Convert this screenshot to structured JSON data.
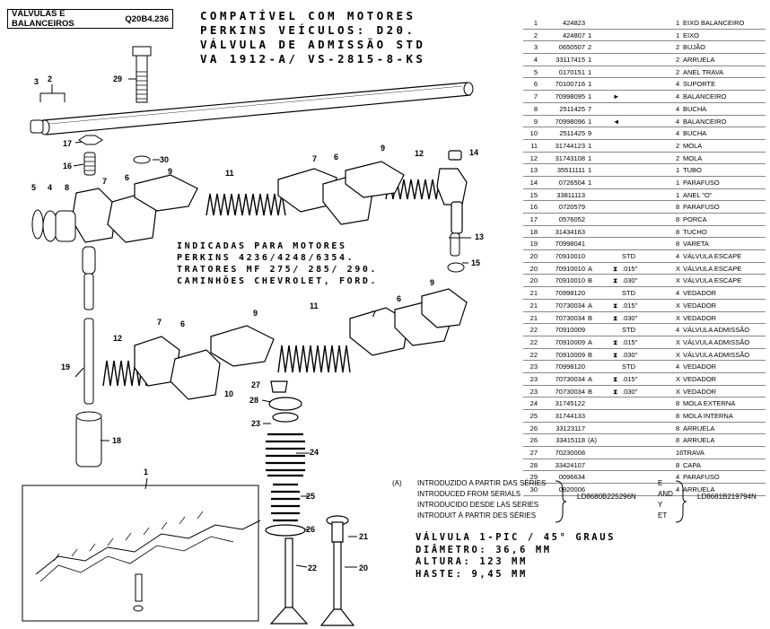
{
  "header": {
    "title": "VÁLVULAS E BALANCEIROS",
    "code": "Q20B4.236"
  },
  "compat_title": [
    "COMPATÍVEL COM MOTORES",
    "PERKINS VEÍCULOS: D20.",
    "VÁLVULA DE ADMISSÃO STD",
    "VA 1912-A/ VS-2815-8-KS"
  ],
  "applications": [
    "INDICADAS PARA MOTORES",
    "PERKINS 4236/4248/6354.",
    "TRATORES MF 275/ 285/ 290.",
    "CAMINHÕES CHEVROLET, FORD."
  ],
  "valve_specs": [
    "VÁLVULA 1-PIC / 45° GRAUS",
    "DIÂMETRO: 36,6 MM",
    "ALTURA: 123 MM",
    "HASTE: 9,45 MM"
  ],
  "diagram_labels": [
    "1",
    "2",
    "3",
    "4",
    "5",
    "6",
    "7",
    "8",
    "9",
    "10",
    "11",
    "12",
    "13",
    "14",
    "15",
    "16",
    "17",
    "18",
    "19",
    "20",
    "21",
    "22",
    "23",
    "24",
    "25",
    "26",
    "27",
    "28",
    "29",
    "30"
  ],
  "parts": [
    {
      "no": "1",
      "pn": "424823",
      "var": "",
      "cnt": "",
      "mark": "",
      "size": "",
      "qty": "1",
      "desc": "EIXO BALANCEIRO"
    },
    {
      "no": "2",
      "pn": "424807",
      "var": "",
      "cnt": "1",
      "mark": "",
      "size": "",
      "qty": "1",
      "desc": "EIXO"
    },
    {
      "no": "3",
      "pn": "0650507",
      "var": "",
      "cnt": "2",
      "mark": "",
      "size": "",
      "qty": "2",
      "desc": "BUJÃO"
    },
    {
      "no": "4",
      "pn": "33117415",
      "var": "",
      "cnt": "1",
      "mark": "",
      "size": "",
      "qty": "2",
      "desc": "ARRUELA"
    },
    {
      "no": "5",
      "pn": "0170151",
      "var": "",
      "cnt": "1",
      "mark": "",
      "size": "",
      "qty": "2",
      "desc": "ANEL TRAVA"
    },
    {
      "no": "6",
      "pn": "70100716",
      "var": "",
      "cnt": "1",
      "mark": "",
      "size": "",
      "qty": "4",
      "desc": "SUPORTE"
    },
    {
      "no": "7",
      "pn": "70998095",
      "var": "",
      "cnt": "1",
      "mark": "►",
      "size": "",
      "qty": "4",
      "desc": "BALANCEIRO"
    },
    {
      "no": "8",
      "pn": "2511425",
      "var": "",
      "cnt": "7",
      "mark": "",
      "size": "",
      "qty": "4",
      "desc": "BUCHA"
    },
    {
      "no": "9",
      "pn": "70998096",
      "var": "",
      "cnt": "1",
      "mark": "◄",
      "size": "",
      "qty": "4",
      "desc": "BALANCEIRO"
    },
    {
      "no": "10",
      "pn": "2511425",
      "var": "",
      "cnt": "9",
      "mark": "",
      "size": "",
      "qty": "4",
      "desc": "BUCHA"
    },
    {
      "no": "11",
      "pn": "31744123",
      "var": "",
      "cnt": "1",
      "mark": "",
      "size": "",
      "qty": "2",
      "desc": "MOLA"
    },
    {
      "no": "12",
      "pn": "31743108",
      "var": "",
      "cnt": "1",
      "mark": "",
      "size": "",
      "qty": "2",
      "desc": "MOLA"
    },
    {
      "no": "13",
      "pn": "35511111",
      "var": "",
      "cnt": "1",
      "mark": "",
      "size": "",
      "qty": "1",
      "desc": "TUBO"
    },
    {
      "no": "14",
      "pn": "0726504",
      "var": "",
      "cnt": "1",
      "mark": "",
      "size": "",
      "qty": "1",
      "desc": "PARAFUSO"
    },
    {
      "no": "15",
      "pn": "33811113",
      "var": "",
      "cnt": "",
      "mark": "",
      "size": "",
      "qty": "1",
      "desc": "ANEL \"O\""
    },
    {
      "no": "16",
      "pn": "0720579",
      "var": "",
      "cnt": "",
      "mark": "",
      "size": "",
      "qty": "8",
      "desc": "PARAFUSO"
    },
    {
      "no": "17",
      "pn": "0576052",
      "var": "",
      "cnt": "",
      "mark": "",
      "size": "",
      "qty": "8",
      "desc": "PORCA"
    },
    {
      "no": "18",
      "pn": "31434163",
      "var": "",
      "cnt": "",
      "mark": "",
      "size": "",
      "qty": "8",
      "desc": "TUCHO"
    },
    {
      "no": "19",
      "pn": "70998041",
      "var": "",
      "cnt": "",
      "mark": "",
      "size": "",
      "qty": "8",
      "desc": "VARETA"
    },
    {
      "no": "20",
      "pn": "70910010",
      "var": "",
      "cnt": "",
      "mark": "",
      "size": "STD",
      "qty": "4",
      "desc": "VÁLVULA ESCAPE"
    },
    {
      "no": "20",
      "pn": "70910010",
      "var": "A",
      "cnt": "",
      "mark": "⧗",
      "size": ".015\"",
      "qty": "X",
      "desc": "VÁLVULA ESCAPE"
    },
    {
      "no": "20",
      "pn": "70910010",
      "var": "B",
      "cnt": "",
      "mark": "⧗",
      "size": ".030\"",
      "qty": "X",
      "desc": "VÁLVULA ESCAPE"
    },
    {
      "no": "21",
      "pn": "70998120",
      "var": "",
      "cnt": "",
      "mark": "",
      "size": "STD",
      "qty": "4",
      "desc": "VEDADOR"
    },
    {
      "no": "21",
      "pn": "70730034",
      "var": "A",
      "cnt": "",
      "mark": "⧗",
      "size": ".015\"",
      "qty": "X",
      "desc": "VEDADOR"
    },
    {
      "no": "21",
      "pn": "70730034",
      "var": "B",
      "cnt": "",
      "mark": "⧗",
      "size": ".030\"",
      "qty": "X",
      "desc": "VEDADOR"
    },
    {
      "no": "22",
      "pn": "70910009",
      "var": "",
      "cnt": "",
      "mark": "",
      "size": "STD",
      "qty": "4",
      "desc": "VÁLVULA ADMISSÃO"
    },
    {
      "no": "22",
      "pn": "70910009",
      "var": "A",
      "cnt": "",
      "mark": "⧗",
      "size": ".015\"",
      "qty": "X",
      "desc": "VÁLVULA ADMISSÃO"
    },
    {
      "no": "22",
      "pn": "70910009",
      "var": "B",
      "cnt": "",
      "mark": "⧗",
      "size": ".030\"",
      "qty": "X",
      "desc": "VÁLVULA ADMISSÃO"
    },
    {
      "no": "23",
      "pn": "70998120",
      "var": "",
      "cnt": "",
      "mark": "",
      "size": "STD",
      "qty": "4",
      "desc": "VEDADOR"
    },
    {
      "no": "23",
      "pn": "70730034",
      "var": "A",
      "cnt": "",
      "mark": "⧗",
      "size": ".015\"",
      "qty": "X",
      "desc": "VEDADOR"
    },
    {
      "no": "23",
      "pn": "70730034",
      "var": "B",
      "cnt": "",
      "mark": "⧗",
      "size": ".030\"",
      "qty": "X",
      "desc": "VEDADOR"
    },
    {
      "no": "24",
      "pn": "31745122",
      "var": "",
      "cnt": "",
      "mark": "",
      "size": "",
      "qty": "8",
      "desc": "MOLA EXTERNA"
    },
    {
      "no": "25",
      "pn": "31744133",
      "var": "",
      "cnt": "",
      "mark": "",
      "size": "",
      "qty": "8",
      "desc": "MOLA INTERNA"
    },
    {
      "no": "26",
      "pn": "33123117",
      "var": "",
      "cnt": "",
      "mark": "",
      "size": "",
      "qty": "8",
      "desc": "ARRUELA"
    },
    {
      "no": "26",
      "pn": "33415118",
      "var": "",
      "cnt": "(A)",
      "mark": "",
      "size": "",
      "qty": "8",
      "desc": "ARRUELA"
    },
    {
      "no": "27",
      "pn": "70230008",
      "var": "",
      "cnt": "",
      "mark": "",
      "size": "",
      "qty": "16",
      "desc": "TRAVA"
    },
    {
      "no": "28",
      "pn": "33424107",
      "var": "",
      "cnt": "",
      "mark": "",
      "size": "",
      "qty": "8",
      "desc": "CAPA"
    },
    {
      "no": "29",
      "pn": "0096634",
      "var": "",
      "cnt": "",
      "mark": "",
      "size": "",
      "qty": "4",
      "desc": "PARAFUSO"
    },
    {
      "no": "30",
      "pn": "0920006",
      "var": "",
      "cnt": "",
      "mark": "",
      "size": "",
      "qty": "4",
      "desc": "ARRUELA"
    }
  ],
  "intro": {
    "marker": "(A)",
    "lines": [
      "INTRODUZIDO A PARTIR DAS SÉRIES",
      "INTRODUCED FROM SERIALS",
      "INTRODUCIDO DESDE LAS SERIES",
      "INTRODUIT À PARTIR DES SÉRIES"
    ],
    "serial_a": "LD8680B225296N",
    "connectors": [
      "E",
      "AND",
      "Y",
      "ET"
    ],
    "serial_b": "LD8681B219794N"
  }
}
